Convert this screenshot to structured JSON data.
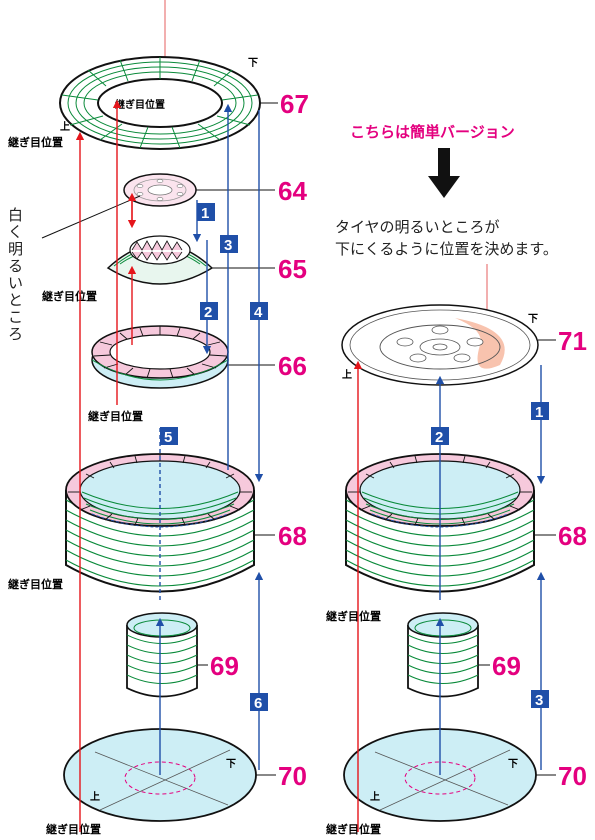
{
  "labels": {
    "seam": "継ぎ目位置",
    "up": "上",
    "down": "下",
    "bright_part": "白く明るいところ",
    "simple_version": "こちらは簡単バージョン",
    "note_line1": "タイヤの明るいところが",
    "note_line2": "下にくるように位置を決めます。"
  },
  "parts": {
    "p64": "64",
    "p65": "65",
    "p66": "66",
    "p67": "67",
    "p68": "68",
    "p69": "69",
    "p70": "70",
    "p71": "71",
    "r68": "68",
    "r69": "69",
    "r70": "70"
  },
  "steps_left": {
    "s1": "1",
    "s2": "2",
    "s3": "3",
    "s4": "4",
    "s5": "5",
    "s6": "6"
  },
  "steps_right": {
    "s1": "1",
    "s2": "2",
    "s3": "3"
  },
  "colors": {
    "magenta": "#e4007f",
    "green": "#0a8a3a",
    "blue": "#1f4fa8",
    "red": "#e5151b",
    "cyan": "#cdeef5",
    "pink": "#f6c9dc"
  }
}
